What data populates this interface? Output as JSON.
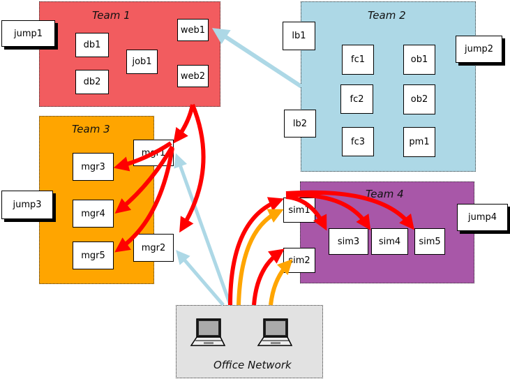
{
  "groups": {
    "team1": "Team 1",
    "team2": "Team 2",
    "team3": "Team 3",
    "team4": "Team 4",
    "office": "Office Network"
  },
  "colors": {
    "team1": "#f25c5f",
    "team2": "#add8e6",
    "team3": "#ffa500",
    "team4": "#a857a8",
    "office": "#e2e2e2",
    "arrow_red": "#ff0000",
    "arrow_orange": "#ffa500",
    "arrow_blue": "#add8e6"
  },
  "nodes": {
    "jump1": "jump1",
    "db1": "db1",
    "db2": "db2",
    "job1": "job1",
    "web1": "web1",
    "web2": "web2",
    "lb1": "lb1",
    "lb2": "lb2",
    "fc1": "fc1",
    "fc2": "fc2",
    "fc3": "fc3",
    "ob1": "ob1",
    "ob2": "ob2",
    "pm1": "pm1",
    "jump2": "jump2",
    "mgr1": "mgr1",
    "mgr2": "mgr2",
    "mgr3": "mgr3",
    "mgr4": "mgr4",
    "mgr5": "mgr5",
    "jump3": "jump3",
    "sim1": "sim1",
    "sim2": "sim2",
    "sim3": "sim3",
    "sim4": "sim4",
    "sim5": "sim5",
    "jump4": "jump4"
  },
  "icons": [
    "laptop-icon",
    "laptop-icon"
  ]
}
